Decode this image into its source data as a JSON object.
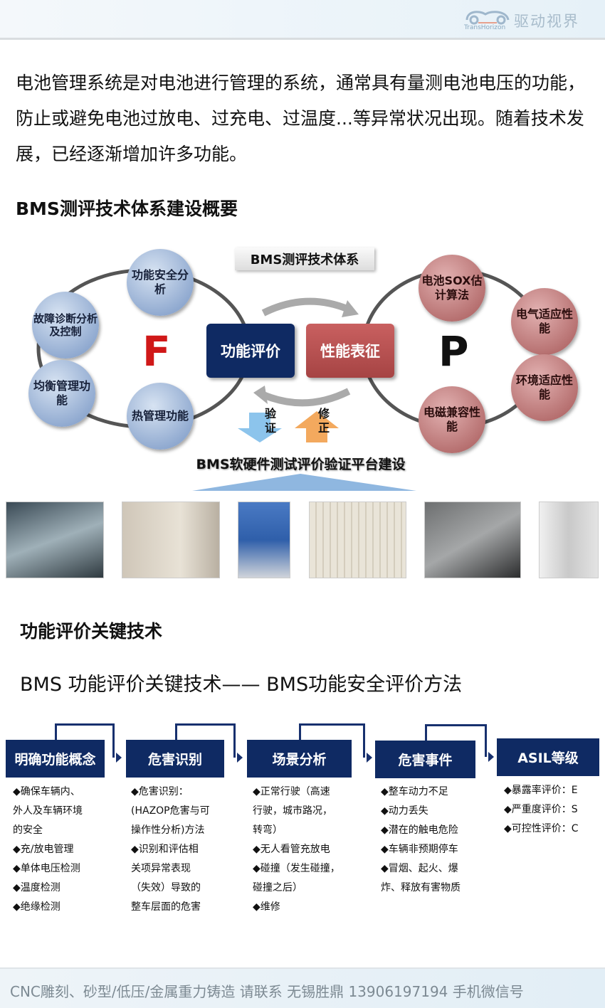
{
  "header": {
    "logo_cn": "驱动视界",
    "logo_en": "TransHorizon"
  },
  "intro": "电池管理系统是对电池进行管理的系统，通常具有量测电池电压的功能，防止或避免电池过放电、过充电、过温度...等异常状况出现。随着技术发展，已经逐渐增加许多功能。",
  "section1_title": "BMS测评技术体系建设概要",
  "diagram": {
    "title": "BMS测评技术体系",
    "f_letter": "F",
    "p_letter": "P",
    "center_left": "功能评价",
    "center_right": "性能表征",
    "f_items": [
      "功能安全分析",
      "故障诊断分析及控制",
      "均衡管理功能",
      "热管理功能"
    ],
    "p_items": [
      "电池SOX估计算法",
      "电气适应性能",
      "环境适应性能",
      "电磁兼容性能"
    ],
    "verify": "验证",
    "correct": "修正",
    "platform": "BMS软硬件测试评价验证平台建设",
    "colors": {
      "blue": "#0f2a63",
      "red": "#b94a4a"
    }
  },
  "section2_title": "功能评价关键技术",
  "section2_subtitle": "BMS 功能评价关键技术—— BMS功能安全评价方法",
  "flow": [
    {
      "title": "明确功能概念",
      "items": [
        "◆确保车辆内、",
        "外人及车辆环境",
        "的安全",
        "◆充/放电管理",
        "◆单体电压检测",
        "◆温度检测",
        "◆绝缘检测"
      ]
    },
    {
      "title": "危害识别",
      "items": [
        "◆危害识别：",
        "(HAZOP危害与可",
        "操作性分析)方法",
        "◆识别和评估相",
        "关项异常表现",
        "（失效）导致的",
        "整车层面的危害"
      ]
    },
    {
      "title": "场景分析",
      "items": [
        "◆正常行驶（高速",
        "行驶，城市路况，",
        "转弯）",
        "◆无人看管充放电",
        "◆碰撞（发生碰撞，",
        "碰撞之后）",
        "◆维修"
      ]
    },
    {
      "title": "危害事件",
      "items": [
        "◆整车动力不足",
        "◆动力丢失",
        "◆潜在的触电危险",
        "◆车辆非预期停车",
        "◆冒烟、起火、爆",
        "炸、释放有害物质"
      ]
    },
    {
      "title": "ASIL等级",
      "items": [
        "◆暴露率评价：E",
        "◆严重度评价：S",
        "◆可控性评价：C"
      ]
    }
  ],
  "footer": "CNC雕刻、砂型/低压/金属重力铸造 请联系 无锡胜鼎 13906197194 手机微信号"
}
